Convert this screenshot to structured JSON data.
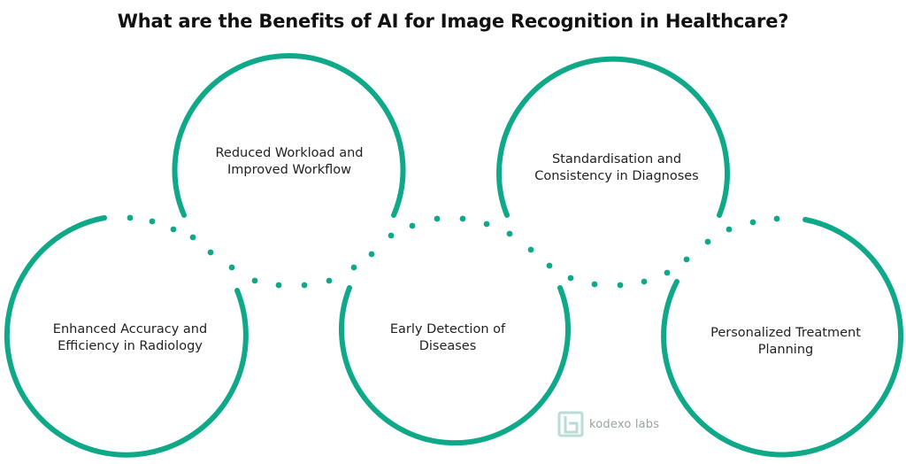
{
  "title": "What are the Benefits of AI for Image Recognition in Healthcare?",
  "accent_color": "#0fa98a",
  "nodes": [
    {
      "line1": "Enhanced Accuracy and",
      "line2": "Efficiency in Radiology"
    },
    {
      "line1": "Reduced Workload and",
      "line2": "Improved Workflow"
    },
    {
      "line1": "Early Detection of",
      "line2": "Diseases"
    },
    {
      "line1": "Standardisation and",
      "line2": "Consistency in Diagnoses"
    },
    {
      "line1": "Personalized Treatment",
      "line2": "Planning"
    }
  ],
  "logo": {
    "text": "kodexo labs",
    "icon": "kodexo-logo-icon"
  }
}
